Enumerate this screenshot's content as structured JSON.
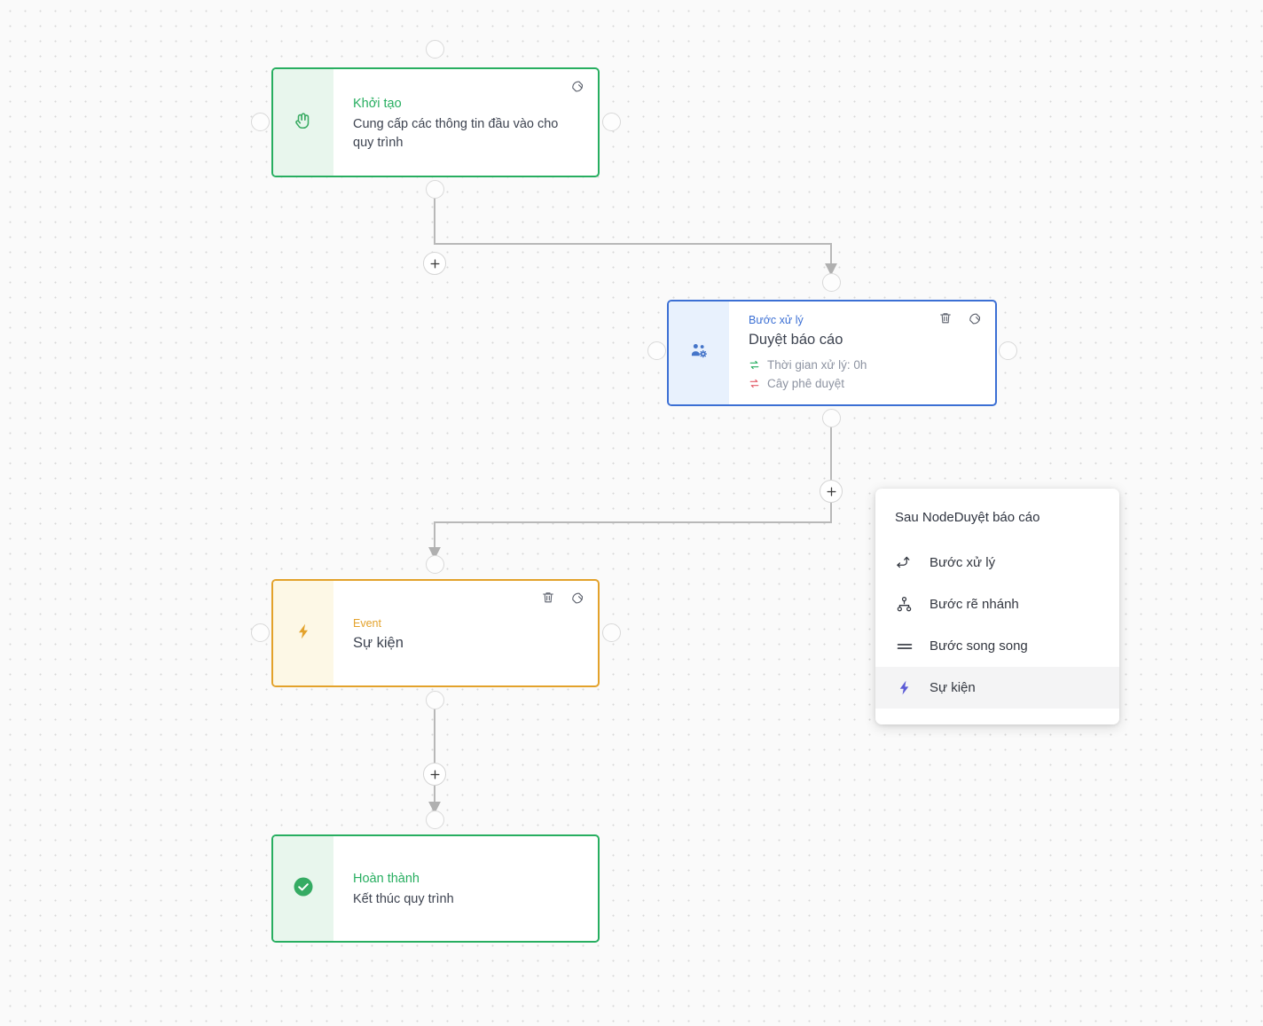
{
  "canvas": {
    "background_color": "#fafafa",
    "dot_color": "#d8d8d8"
  },
  "nodes": [
    {
      "id": "start",
      "kind": "start",
      "kicker": "Khởi tạo",
      "description": "Cung cấp các thông tin đầu vào cho quy trình",
      "icon": "tap-hand-icon",
      "accent_color": "#27ae60"
    },
    {
      "id": "process",
      "kind": "process",
      "kicker": "Bước xử lý",
      "title": "Duyệt báo cáo",
      "icon": "users-gear-icon",
      "accent_color": "#3b6fd4",
      "meta": [
        {
          "label": "Thời gian xử lý: 0h",
          "icon": "exchange-arrows-icon",
          "color": "#27ae60"
        },
        {
          "label": "Cây phê duyệt",
          "icon": "exchange-arrows-icon",
          "color": "#e35d6a"
        }
      ],
      "actions": [
        "delete-icon",
        "edit-icon"
      ]
    },
    {
      "id": "event",
      "kind": "event",
      "kicker": "Event",
      "title": "Sự kiện",
      "icon": "lightning-bolt-icon",
      "accent_color": "#e3a22b",
      "actions": [
        "delete-icon",
        "edit-icon"
      ]
    },
    {
      "id": "end",
      "kind": "end",
      "kicker": "Hoàn thành",
      "description": "Kết thúc quy trình",
      "icon": "check-circle-icon",
      "accent_color": "#27ae60"
    }
  ],
  "add_buttons": [
    {
      "id": "add-after-start",
      "label": "+"
    },
    {
      "id": "add-after-process",
      "label": "+"
    },
    {
      "id": "add-after-event",
      "label": "+"
    }
  ],
  "context_menu": {
    "title": "Sau NodeDuyệt báo cáo",
    "items": [
      {
        "label": "Bước xử lý",
        "icon": "arrow-turn-icon",
        "active": false,
        "color": "#32363f"
      },
      {
        "label": "Bước rẽ nhánh",
        "icon": "branch-tree-icon",
        "active": false,
        "color": "#32363f"
      },
      {
        "label": "Bước song song",
        "icon": "parallel-lines-icon",
        "active": false,
        "color": "#32363f"
      },
      {
        "label": "Sự kiện",
        "icon": "lightning-bolt-icon",
        "active": true,
        "color": "#5b5bd6"
      }
    ]
  }
}
